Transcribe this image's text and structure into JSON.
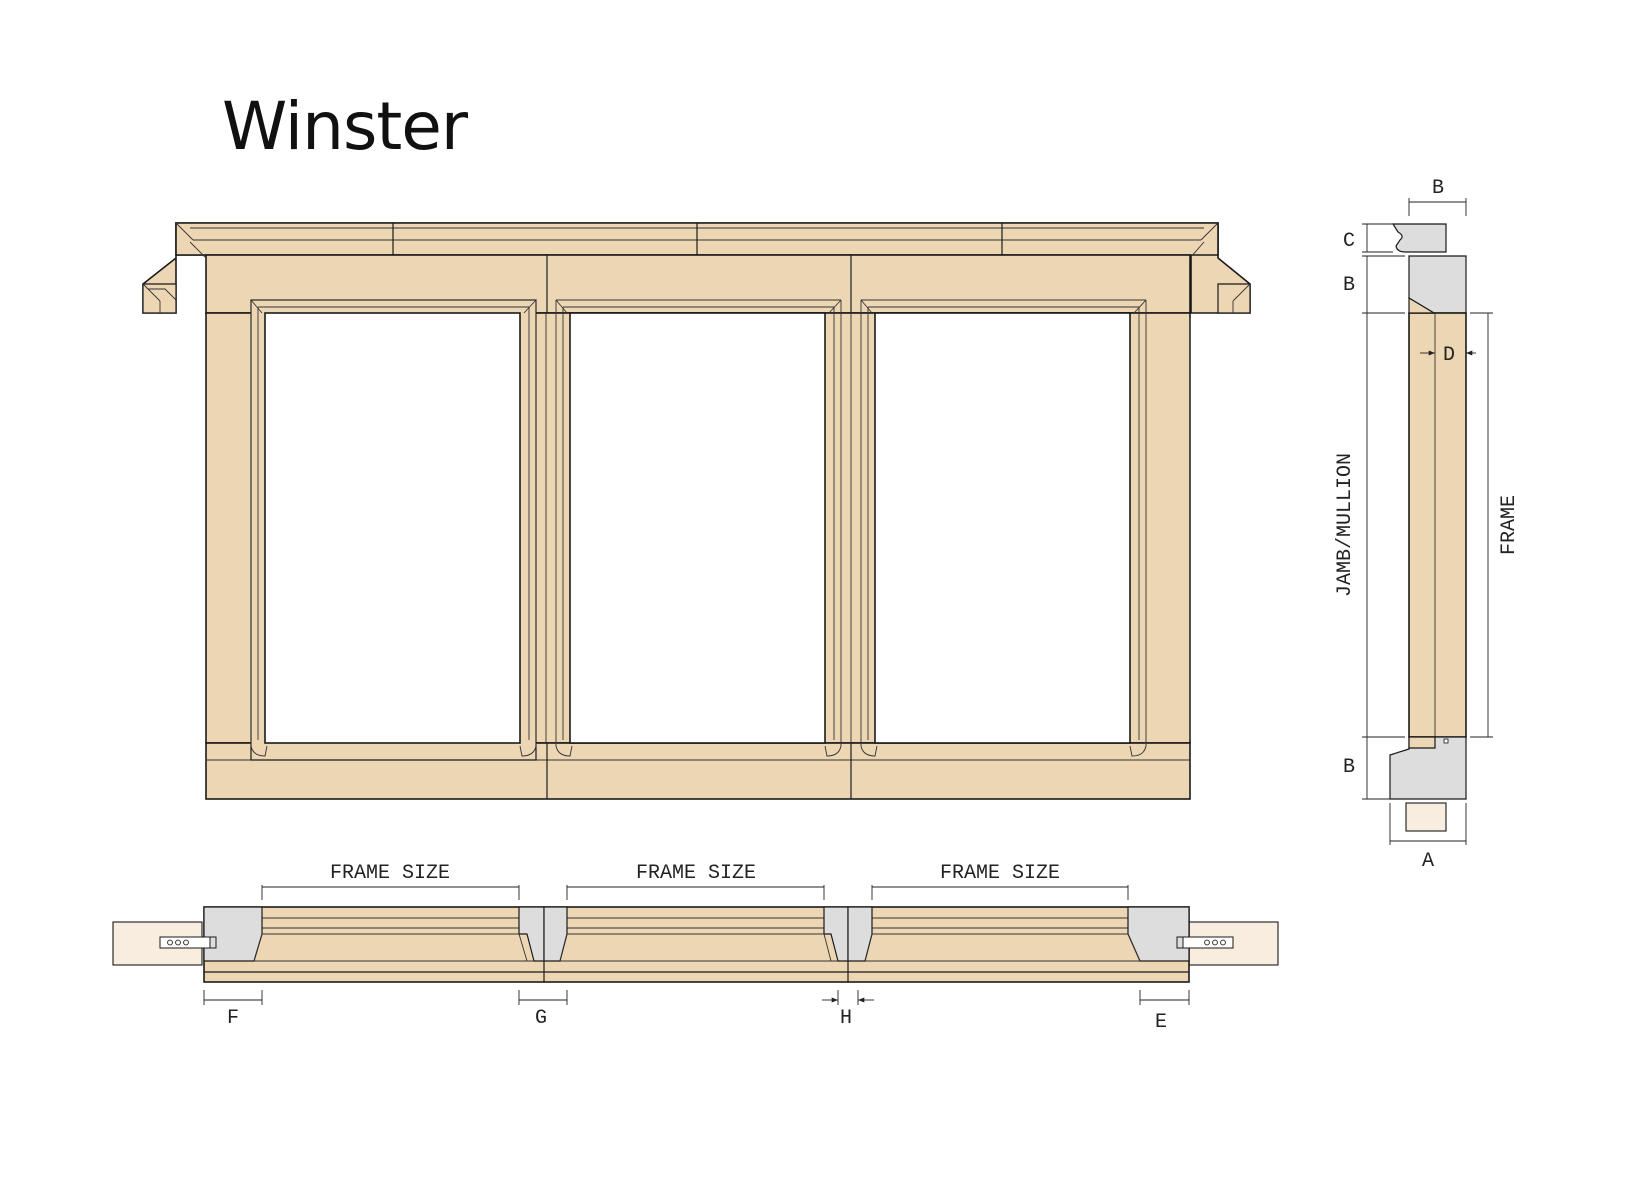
{
  "title": "Winster",
  "labels": {
    "frame_size": "FRAME SIZE",
    "jamb_mullion": "JAMB/MULLION",
    "frame": "FRAME",
    "a": "A",
    "b": "B",
    "c": "C",
    "d": "D",
    "e": "E",
    "f": "F",
    "g": "G",
    "h": "H"
  },
  "colors": {
    "stone": "#EDD6B3",
    "section": "#DDDDDD",
    "pale": "#F8EDDF",
    "line": "#1A1A1A"
  }
}
